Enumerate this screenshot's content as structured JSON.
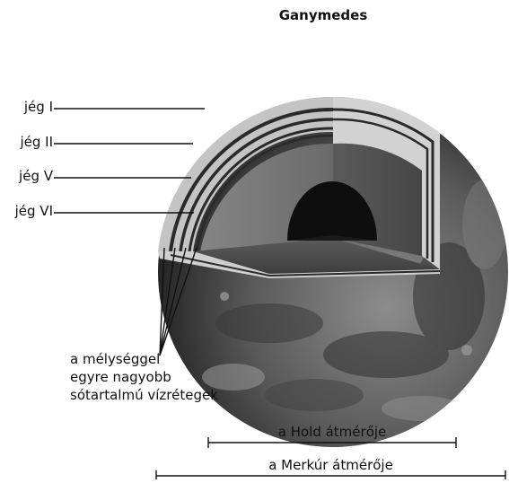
{
  "title": "Ganymedes",
  "layers": [
    {
      "label": "jég I"
    },
    {
      "label": "jég II"
    },
    {
      "label": "jég V"
    },
    {
      "label": "jég VI"
    }
  ],
  "note": {
    "line1": "a mélységgel",
    "line2": "egyre nagyobb",
    "line3": "sótartalmú vízrétegek"
  },
  "scales": {
    "moon": "a Hold átmérője",
    "mercury": "a Merkúr átmérője"
  },
  "colors": {
    "surface_dark": "#3a3a3a",
    "surface_light": "#8a8a8a",
    "ice_shell": "#bdbdbd",
    "mantle": "#6e6e6e",
    "core": "#111111"
  }
}
